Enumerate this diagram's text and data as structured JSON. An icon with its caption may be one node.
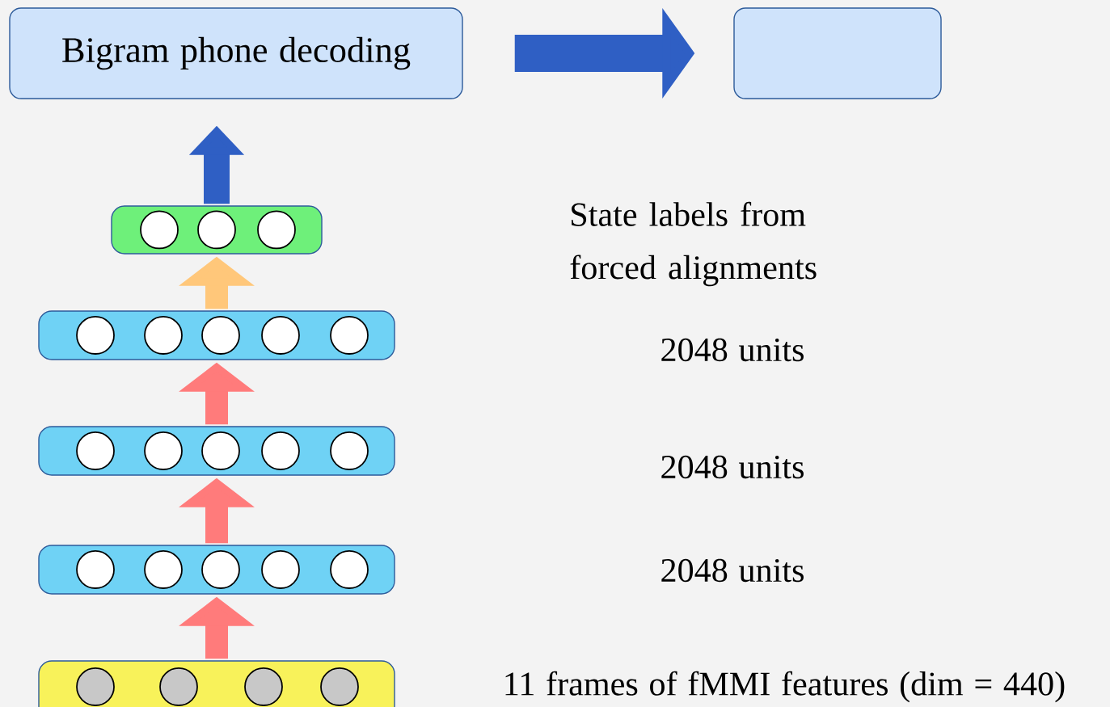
{
  "diagram": {
    "nodes": [
      {
        "text": [
          "Bigram phone decoding"
        ]
      },
      {
        "text": [],
        "shape": "box"
      },
      {
        "text": [],
        "shape": "bar"
      },
      {
        "text": [],
        "shape": "bar"
      },
      {
        "text": [],
        "shape": "bar"
      },
      {
        "text": [],
        "shape": "bar"
      },
      {
        "text": [],
        "shape": "bar"
      }
    ],
    "edges": [
      {
        "from": 0,
        "to": 1,
        "arrow": "to",
        "color": "#2f5fc4"
      },
      {
        "from": 2,
        "to": 0,
        "arrow": "to",
        "color": "#2f5fc4"
      },
      {
        "from": 3,
        "to": 2,
        "arrow": "to",
        "color": "#ffc77a"
      },
      {
        "from": 4,
        "to": 3,
        "arrow": "to"
      },
      {
        "from": 5,
        "to": 4,
        "arrow": "to"
      },
      {
        "from": 6,
        "to": 5,
        "arrow": "to"
      }
    ],
    "labels": [
      "State labels from forced alignments",
      "2048 units",
      "2048 units",
      "2048 units",
      "11 frames of fMMI features (dim = 440)"
    ]
  }
}
